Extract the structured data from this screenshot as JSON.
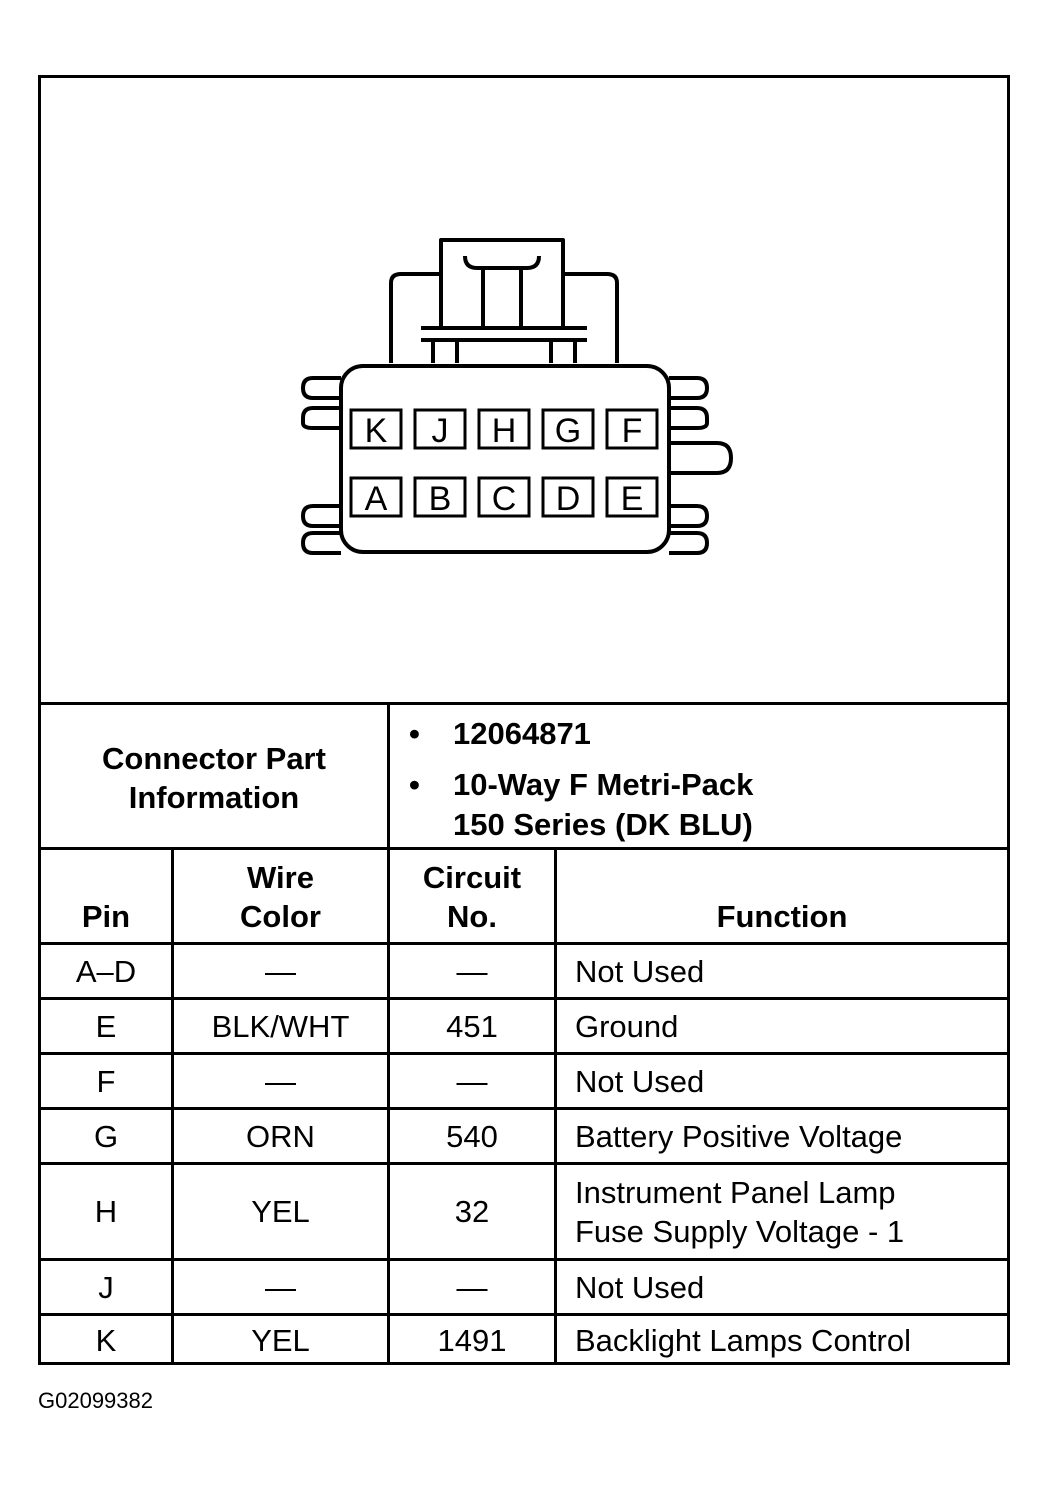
{
  "connector": {
    "top_row_pins": [
      "K",
      "J",
      "H",
      "G",
      "F"
    ],
    "bottom_row_pins": [
      "A",
      "B",
      "C",
      "D",
      "E"
    ]
  },
  "part_info": {
    "label_line1": "Connector Part",
    "label_line2": "Information",
    "bullet_symbol": "•",
    "part_number": "12064871",
    "description_line1": "10-Way F Metri-Pack",
    "description_line2": "150 Series (DK BLU)"
  },
  "table": {
    "headers": {
      "pin": "Pin",
      "wire_color_line1": "Wire",
      "wire_color_line2": "Color",
      "circuit_line1": "Circuit",
      "circuit_line2": "No.",
      "function": "Function"
    },
    "rows": [
      {
        "pin": "A–D",
        "wire_color": "—",
        "circuit": "—",
        "function_line1": "Not Used",
        "function_line2": ""
      },
      {
        "pin": "E",
        "wire_color": "BLK/WHT",
        "circuit": "451",
        "function_line1": "Ground",
        "function_line2": ""
      },
      {
        "pin": "F",
        "wire_color": "—",
        "circuit": "—",
        "function_line1": "Not Used",
        "function_line2": ""
      },
      {
        "pin": "G",
        "wire_color": "ORN",
        "circuit": "540",
        "function_line1": "Battery Positive Voltage",
        "function_line2": ""
      },
      {
        "pin": "H",
        "wire_color": "YEL",
        "circuit": "32",
        "function_line1": "Instrument Panel Lamp",
        "function_line2": "Fuse Supply Voltage - 1"
      },
      {
        "pin": "J",
        "wire_color": "—",
        "circuit": "—",
        "function_line1": "Not Used",
        "function_line2": ""
      },
      {
        "pin": "K",
        "wire_color": "YEL",
        "circuit": "1491",
        "function_line1": "Backlight Lamps Control",
        "function_line2": ""
      }
    ]
  },
  "figure_code": "G02099382"
}
